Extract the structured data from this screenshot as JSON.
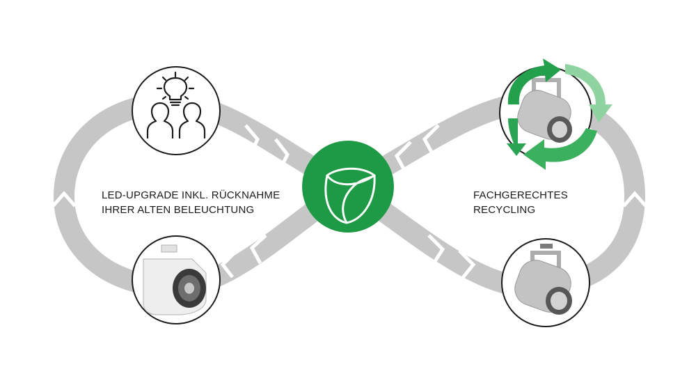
{
  "captions": {
    "left": [
      "LED-UPGRADE INKL. RÜCKNAHME",
      "IHRER ALTEN BELEUCHTUNG"
    ],
    "right": [
      "FACHGERECHTES",
      "RECYCLING"
    ]
  },
  "colors": {
    "loop": "#c6c6c6",
    "chevron": "#ffffff",
    "accent_green": "#1e9a46",
    "recycle_green_dark": "#23a04c",
    "recycle_green_light": "#8fd3a0",
    "circle_outline": "#1a1a1a",
    "text": "#1a1a1a"
  },
  "nodes": {
    "top_left": {
      "icon": "lightbulb-people-icon"
    },
    "bottom_left": {
      "icon": "white-led-spotlight-icon"
    },
    "center": {
      "icon": "leaf-logo-icon"
    },
    "top_right": {
      "icon": "recycling-arrows-spotlight-icon"
    },
    "bottom_right": {
      "icon": "old-silver-spotlight-icon"
    }
  }
}
